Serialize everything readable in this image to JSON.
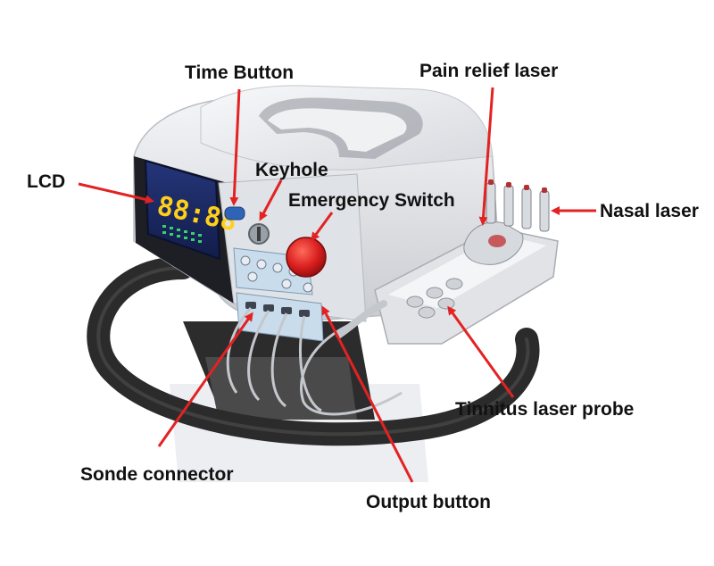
{
  "colors": {
    "arrow": "#e32222",
    "label_text": "#111111",
    "device_body": "#e3e5e8",
    "lcd_panel": "#1b2a63",
    "lcd_digits": "#ffcf1a",
    "emergency_button": "#d81e1e",
    "control_panel": "#c9dcec",
    "handle": "#2b2b2b"
  },
  "display": {
    "lcd_readout": "88:88"
  },
  "labels": {
    "time_button": "Time Button",
    "pain_relief_laser": "Pain relief laser",
    "lcd": "LCD",
    "keyhole": "Keyhole",
    "emergency_switch": "Emergency Switch",
    "nasal_laser": "Nasal laser",
    "tinnitus_laser_probe": "Tinnitus laser probe",
    "sonde_connector": "Sonde connector",
    "output_button": "Output button"
  }
}
